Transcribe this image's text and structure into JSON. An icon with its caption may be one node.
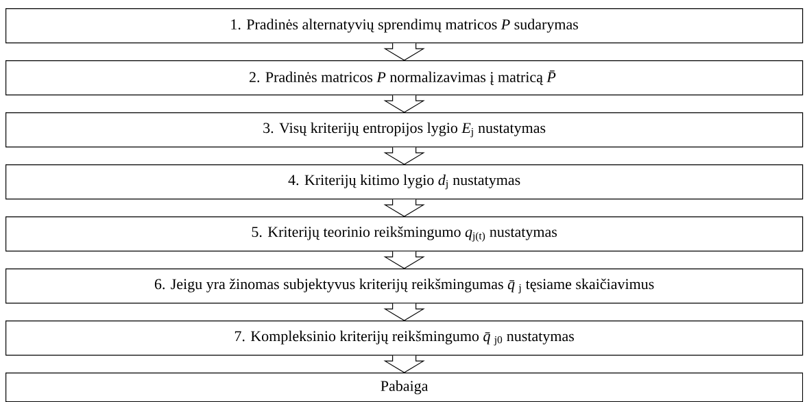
{
  "diagram": {
    "nodes": [
      {
        "text": [
          "1. Pradinės alternatyvių sprendimų matricos *P* sudarymas"
        ]
      },
      {
        "text": [
          "2. Pradinės matricos *P* normalizavimas į matricą *P̄*"
        ]
      },
      {
        "text": [
          "3. Visų kriterijų entropijos lygio *E*$_{j}$ nustatymas"
        ]
      },
      {
        "text": [
          "4. Kriterijų kitimo lygio *d*$_{j}$ nustatymas"
        ]
      },
      {
        "text": [
          "5. Kriterijų teorinio reikšmingumo *q*$_{j(t)}$ nustatymas"
        ]
      },
      {
        "text": [
          "6. Jeigu yra žinomas subjektyvus kriterijų reikšmingumas *q̄*$_{j}$ tęsiame skaičiavimus"
        ]
      },
      {
        "text": [
          "7. Kompleksinio kriterijų reikšmingumo *q̄*$_{j0}$ nustatymas"
        ]
      },
      {
        "text": [
          "Pabaiga"
        ]
      }
    ],
    "edges": [
      {
        "from": 0,
        "to": 1,
        "arrow": "to"
      },
      {
        "from": 1,
        "to": 2,
        "arrow": "to"
      },
      {
        "from": 2,
        "to": 3,
        "arrow": "to"
      },
      {
        "from": 3,
        "to": 4,
        "arrow": "to"
      },
      {
        "from": 4,
        "to": 5,
        "arrow": "to"
      },
      {
        "from": 5,
        "to": 6,
        "arrow": "to"
      },
      {
        "from": 6,
        "to": 7,
        "arrow": "to"
      }
    ]
  }
}
